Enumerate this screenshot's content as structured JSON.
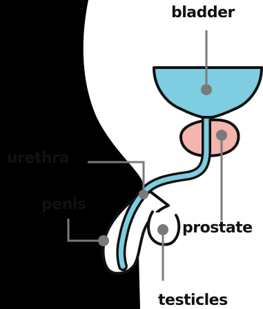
{
  "labels": {
    "bladder": "bladder",
    "urethra": "urethra",
    "penis": "penis",
    "prostate": "prostate",
    "testicles": "testicles"
  },
  "colors": {
    "body_silhouette": "#000000",
    "background": "#ffffff",
    "bladder_fill": "#7ecde0",
    "urethra_fill": "#7ecde0",
    "prostate_fill": "#f3b5ae",
    "outline": "#111111",
    "pointer_line": "#7a7a7a",
    "pointer_dot": "#7a7a7a"
  }
}
